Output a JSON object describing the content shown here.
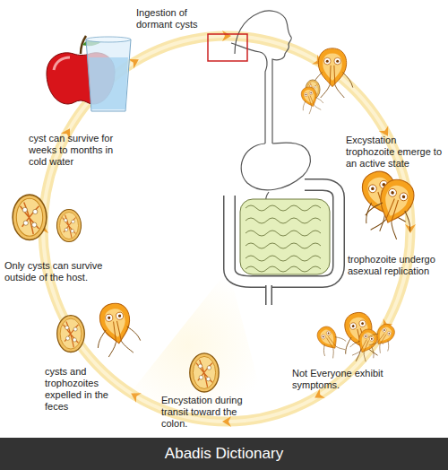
{
  "diagram": {
    "nodes": [
      {
        "text": [
          "Abadis Dictionary"
        ]
      }
    ],
    "labels": [
      "Ingestion of dormant cysts",
      "Excystation trophozoite emerge to an active state",
      "trophozoite undergo asexual replication",
      "Not Everyone exhibit symptoms.",
      "Encystation during transit toward the colon.",
      "cysts and trophozoites expelled in the feces",
      "Only cysts can survive outside of the host.",
      "cyst can survive for weeks to months in cold water"
    ]
  }
}
